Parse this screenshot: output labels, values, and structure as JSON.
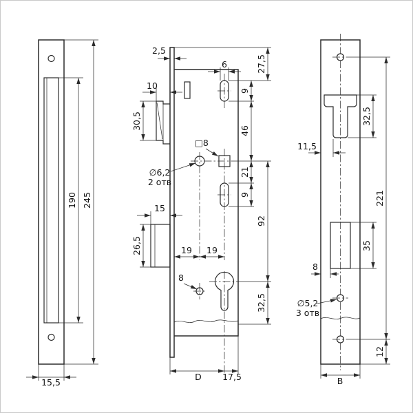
{
  "meta": {
    "background": "#ffffff",
    "line_color": "#2b2b2b",
    "text_color": "#161616",
    "drawing_type": "mortise lock technical drawing",
    "language": "ru"
  },
  "strike_plate": {
    "slot_height": "190",
    "plate_height": "245",
    "plate_width": "15,5"
  },
  "lock_body": {
    "faceplate_thickness": "2,5",
    "top_offset": "27,5",
    "slot_width": "6",
    "slot_height_top": "9",
    "slot_to_square": "46",
    "latch_depth": "10",
    "latch_height": "30,5",
    "square_spindle": "□8",
    "screw_hole_dia": "∅6,2",
    "screw_hole_qty": "2 отв",
    "square_to_slot": "21",
    "slot_height_bottom": "9",
    "bolt_depth": "15",
    "bolt_height": "26,5",
    "square_to_cylinder": "92",
    "backset_front": "19",
    "backset_rear": "19",
    "pin_hole_dia": "8",
    "cylinder_height": "32,5",
    "case_depth": "D",
    "case_rear_width": "17,5"
  },
  "face_plate": {
    "latch_window_height": "32,5",
    "edge_offset": "11,5",
    "screw_hole_spacing": "221",
    "bolt_window_height": "35",
    "window_edge_offset": "8",
    "screw_hole_dia": "∅5,2",
    "screw_hole_qty": "3 отв",
    "bottom_hole_offset": "12",
    "plate_width": "B"
  }
}
